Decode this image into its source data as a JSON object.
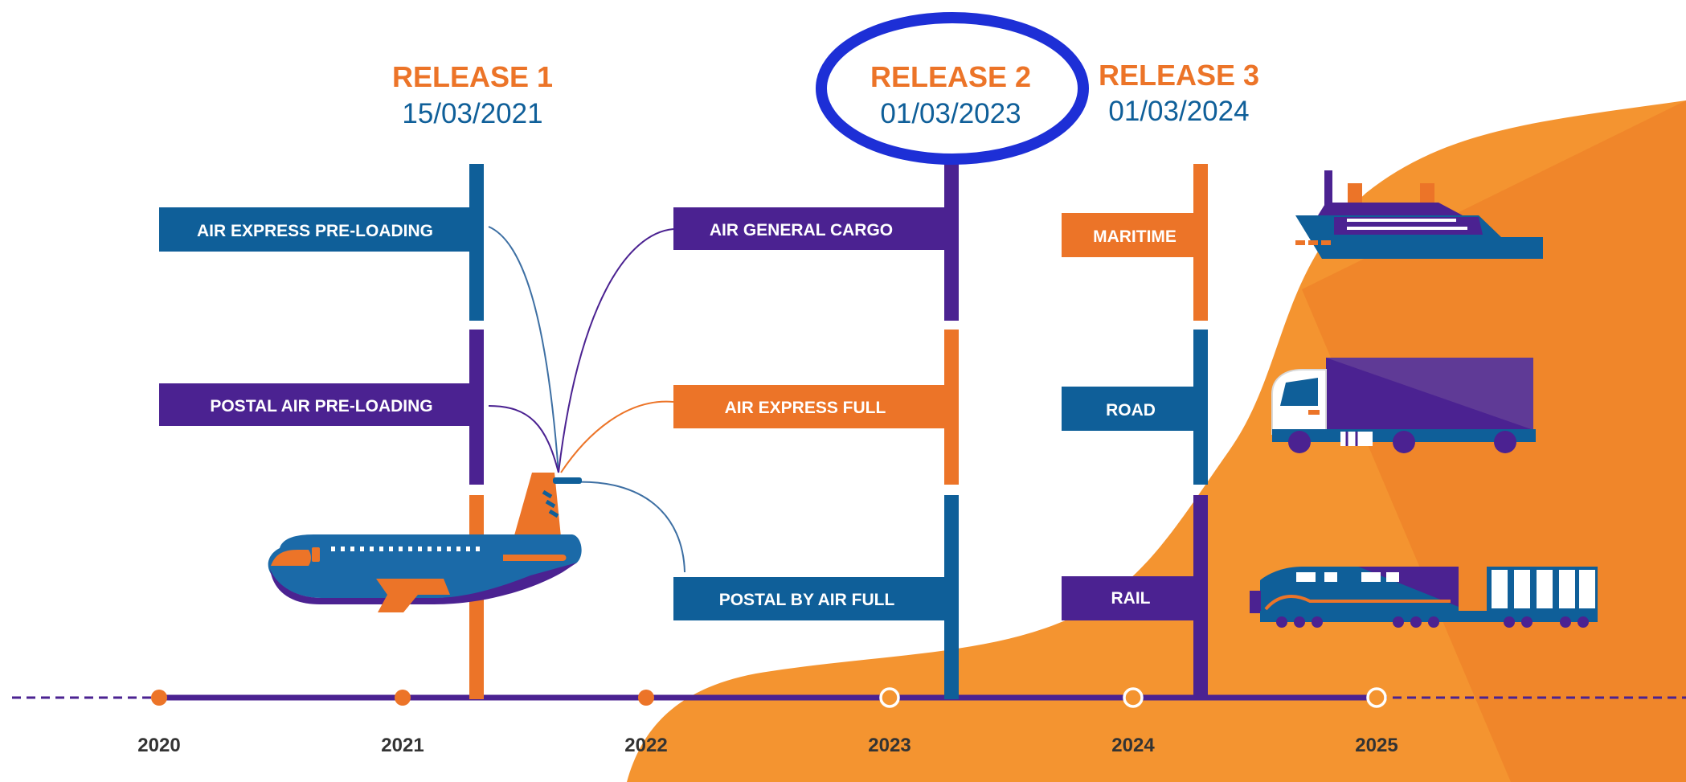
{
  "releases": [
    {
      "title": "RELEASE 1",
      "date": "15/03/2021",
      "highlighted": false
    },
    {
      "title": "RELEASE 2",
      "date": "01/03/2023",
      "highlighted": true
    },
    {
      "title": "RELEASE 3",
      "date": "01/03/2024",
      "highlighted": false
    }
  ],
  "milestones": [
    {
      "label": "AIR EXPRESS PRE-LOADING",
      "release": 1,
      "color": "#0f5f99"
    },
    {
      "label": "POSTAL AIR PRE-LOADING",
      "release": 1,
      "color": "#4b2291"
    },
    {
      "label": "AIR GENERAL CARGO",
      "release": 2,
      "color": "#4b2291"
    },
    {
      "label": "AIR EXPRESS FULL",
      "release": 2,
      "color": "#ec7428"
    },
    {
      "label": "POSTAL BY AIR FULL",
      "release": 2,
      "color": "#0f5f99"
    },
    {
      "label": "MARITIME",
      "release": 3,
      "color": "#ec7428"
    },
    {
      "label": "ROAD",
      "release": 3,
      "color": "#0f5f99"
    },
    {
      "label": "RAIL",
      "release": 3,
      "color": "#4b2291"
    }
  ],
  "years": [
    "2020",
    "2021",
    "2022",
    "2023",
    "2024",
    "2025"
  ],
  "icons": [
    "airplane-icon",
    "ship-icon",
    "truck-icon",
    "train-icon"
  ],
  "colors": {
    "orange": "#ec7428",
    "blue": "#0f5f99",
    "purple": "#4b2291",
    "highlight": "#1d2fd6"
  }
}
